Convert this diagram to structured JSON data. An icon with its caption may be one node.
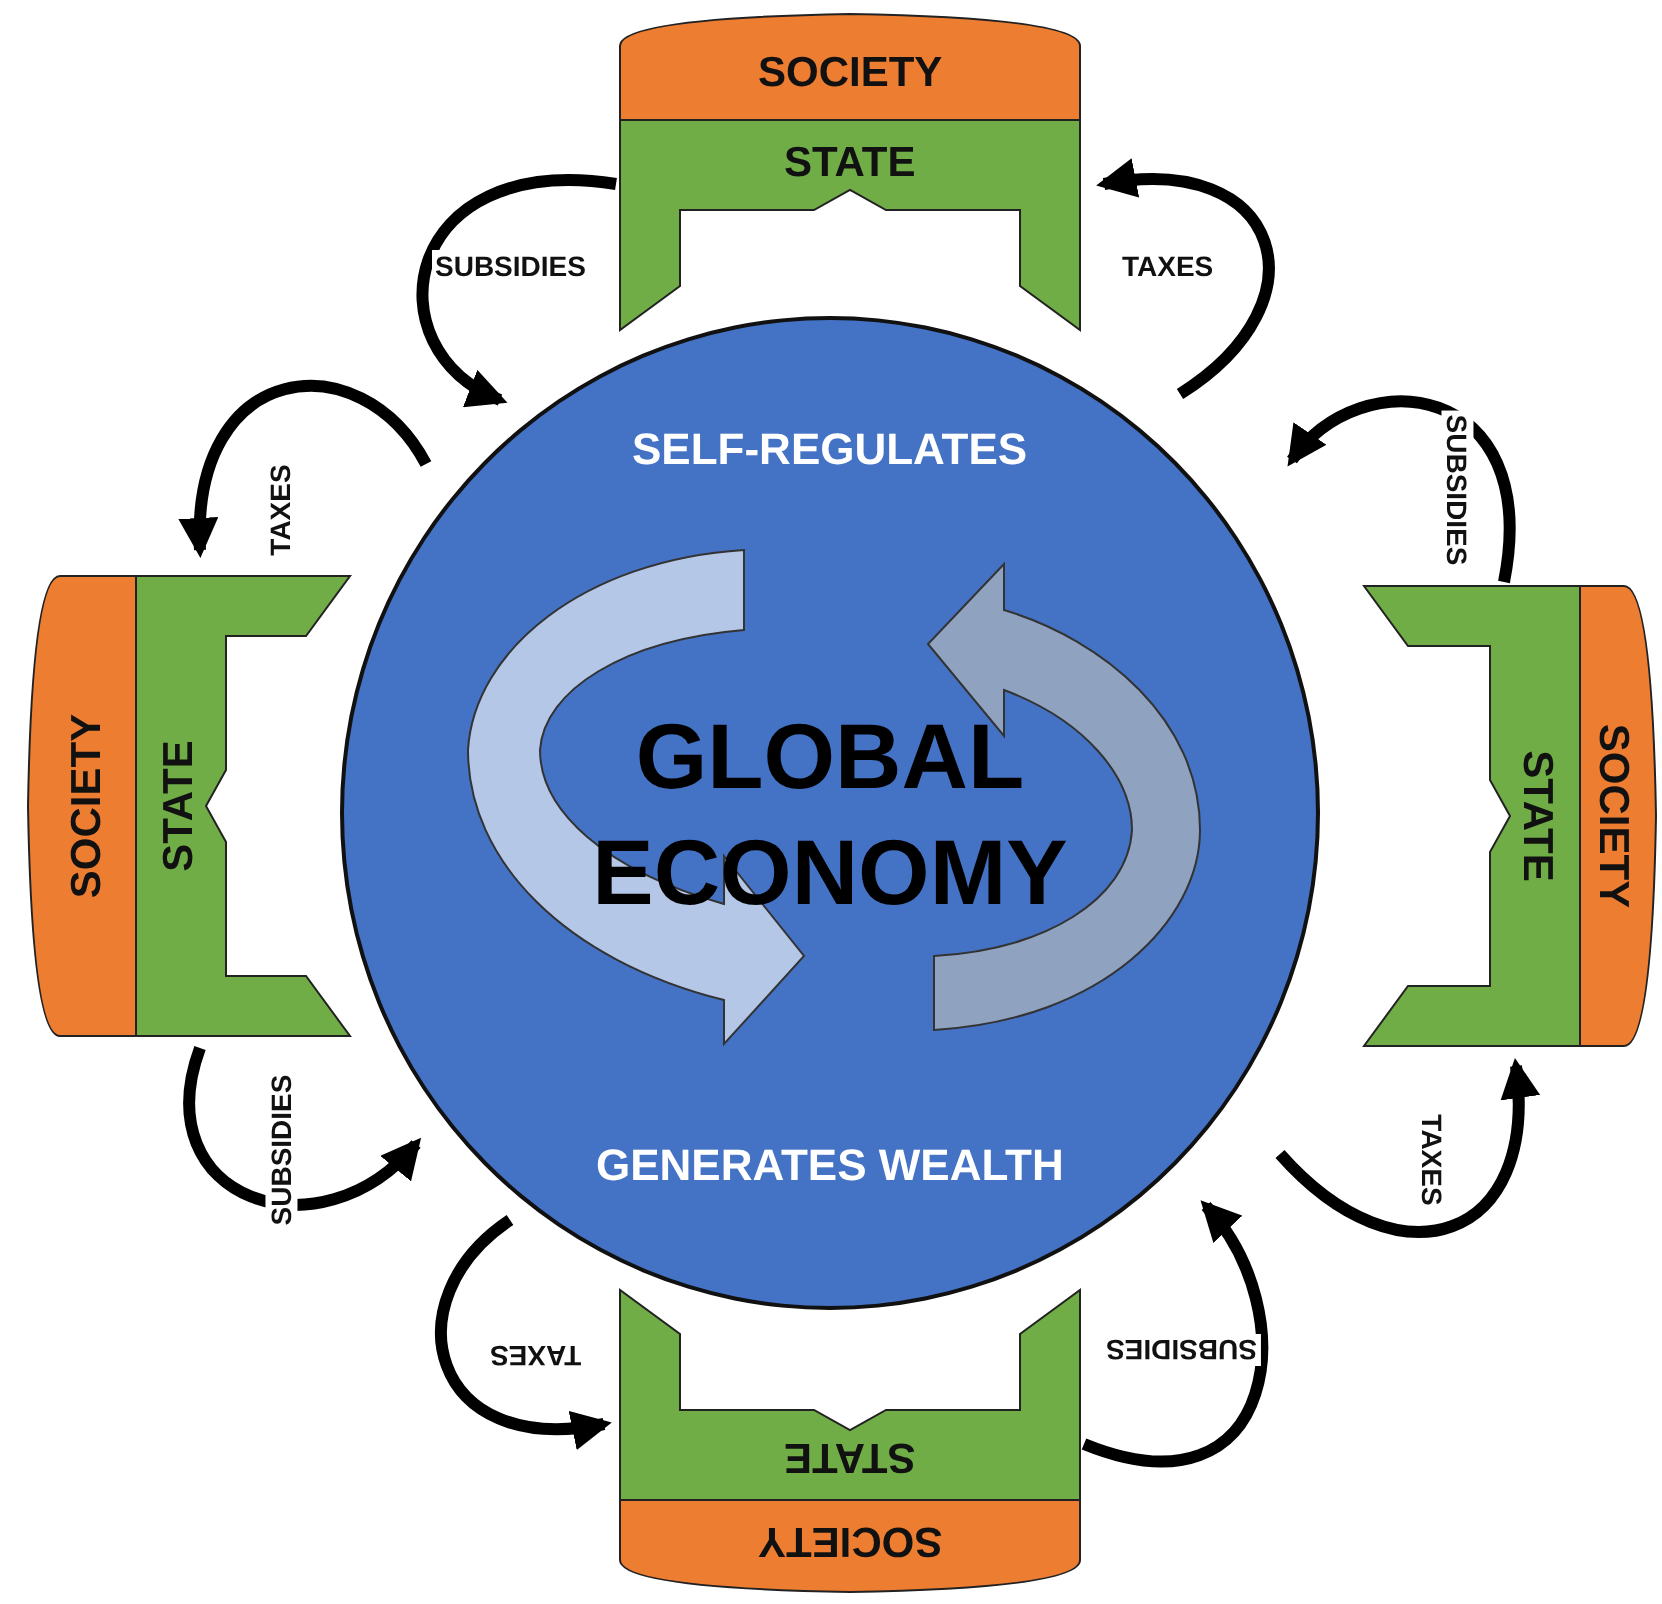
{
  "diagram": {
    "nodes": [
      {
        "text": [
          "SOCIETY"
        ]
      },
      {
        "text": [
          "STATE"
        ]
      },
      {
        "text": [
          "SOCIETY"
        ]
      },
      {
        "text": [
          "STATE"
        ]
      },
      {
        "text": [
          "SELF-REGULATES",
          "GLOBAL ECONOMY",
          "GENERATES WEALTH"
        ]
      },
      {
        "text": [
          "STATE"
        ]
      },
      {
        "text": [
          "SOCIETY"
        ]
      },
      {
        "text": [
          "STATE"
        ]
      },
      {
        "text": [
          "SOCIETY"
        ]
      }
    ],
    "edges": [
      {
        "from": 1,
        "to": 4,
        "arrow": "to",
        "label": "SUBSIDIES"
      },
      {
        "from": 4,
        "to": 1,
        "arrow": "to",
        "label": "TAXES"
      },
      {
        "from": 4,
        "to": 3,
        "arrow": "to",
        "label": "TAXES"
      },
      {
        "from": 3,
        "to": 4,
        "arrow": "to",
        "label": "SUBSIDIES"
      },
      {
        "from": 5,
        "to": 4,
        "arrow": "to",
        "label": "SUBSIDIES"
      },
      {
        "from": 4,
        "to": 5,
        "arrow": "to",
        "label": "TAXES"
      },
      {
        "from": 4,
        "to": 7,
        "arrow": "to",
        "label": "TAXES"
      },
      {
        "from": 7,
        "to": 4,
        "arrow": "to",
        "label": "SUBSIDIES"
      }
    ]
  }
}
